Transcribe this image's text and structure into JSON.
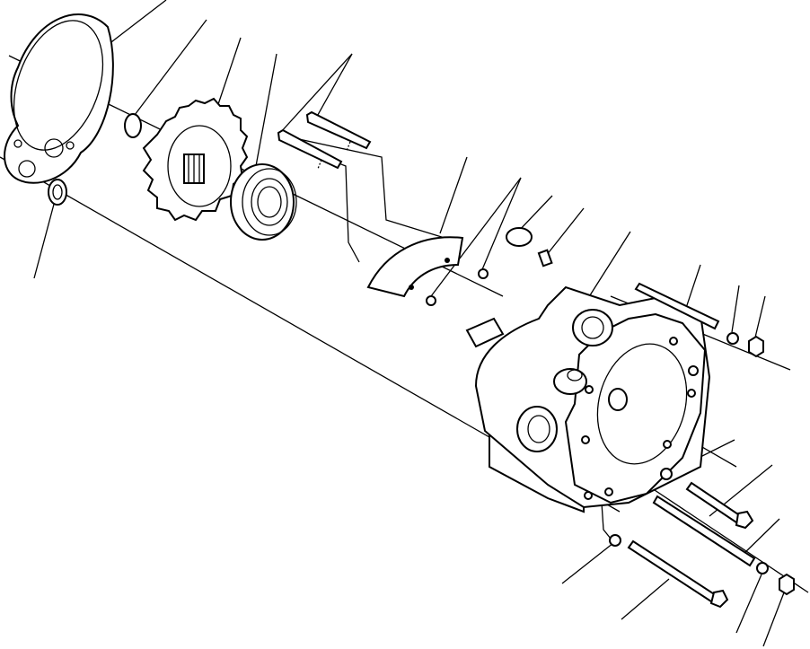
{
  "diagram": {
    "type": "exploded-parts-view",
    "colors": {
      "line": "#000000",
      "background": "#ffffff"
    },
    "parts": [
      "gasket",
      "o-ring",
      "seal",
      "gear",
      "bearing",
      "long-bolts",
      "cover",
      "washers",
      "plug",
      "pin",
      "pump-body",
      "studs",
      "nuts",
      "short-bolts"
    ]
  }
}
